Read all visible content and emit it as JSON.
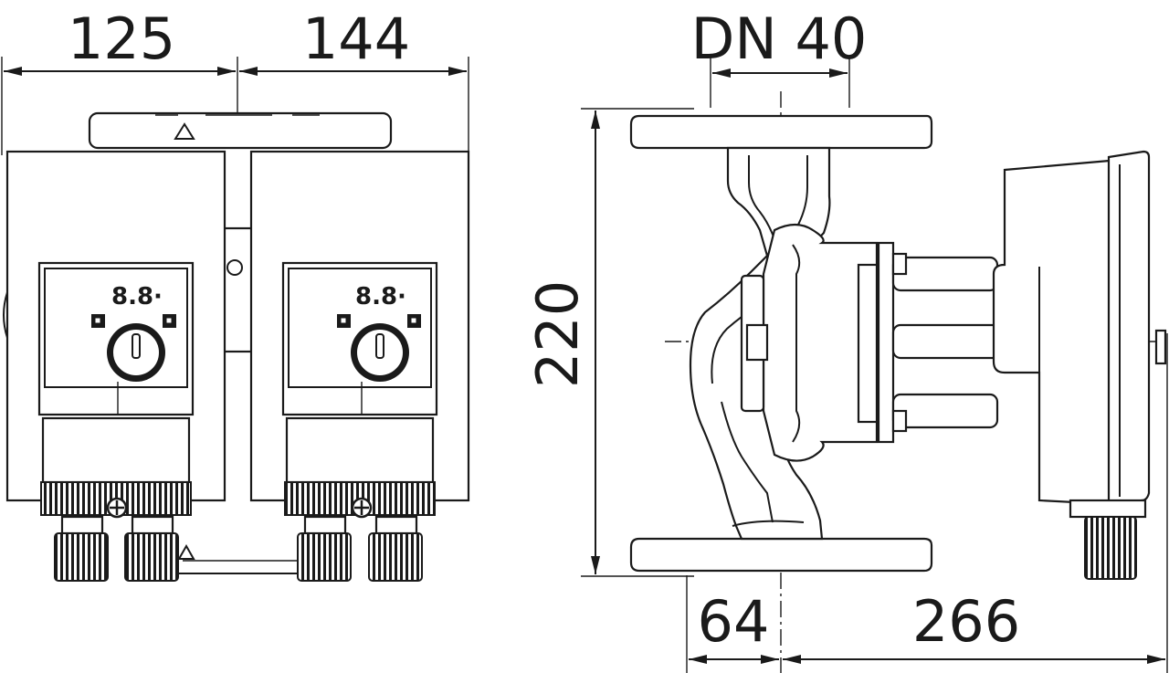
{
  "dimensions": {
    "top_left": "125",
    "top_right": "144",
    "connection": "DN 40",
    "height": "220",
    "bottom_left": "64",
    "bottom_right": "266"
  },
  "display": {
    "left_readout": "8.8·",
    "right_readout": "8.8·"
  }
}
